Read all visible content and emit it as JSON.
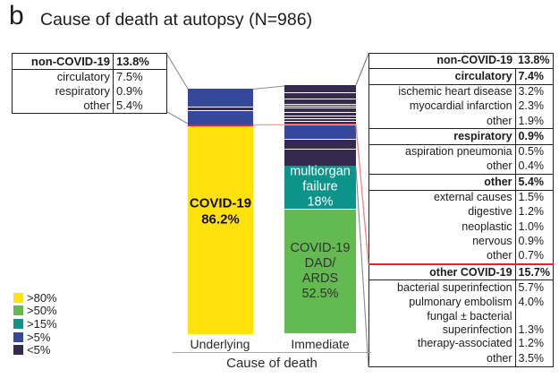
{
  "title": {
    "panel": "b",
    "text": "Cause of death at autopsy (N=986)"
  },
  "palette": {
    "red_line": "#e8231e",
    "pink_connector": "#f2a29c",
    "connector_gray": "#8a8a8a",
    "table_border": "#222222"
  },
  "chart_data": {
    "type": "stacked-bar",
    "title": "Cause of death at autopsy (N=986)",
    "xlabel": "Cause of death",
    "ylabel": "",
    "categories": [
      "Underlying",
      "Immediate"
    ],
    "legend": [
      {
        "label": ">80%",
        "color": "#ffe20c",
        "min": 80
      },
      {
        "label": ">50%",
        "color": "#62ba50",
        "min": 50
      },
      {
        "label": ">15%",
        "color": "#0e938b",
        "min": 15
      },
      {
        "label": ">5%",
        "color": "#35489b",
        "min": 5
      },
      {
        "label": "<5%",
        "color": "#352a4e",
        "min": 0
      }
    ],
    "bars": [
      {
        "category": "Underlying",
        "red_divider_after": 2,
        "segments": [
          {
            "name": "non-COVID-19 circulatory",
            "value": 7.5
          },
          {
            "name": "non-COVID-19 respiratory",
            "value": 0.9
          },
          {
            "name": "non-COVID-19 other",
            "value": 5.4
          },
          {
            "name": "COVID-19",
            "value": 86.2,
            "label_lines": [
              "COVID-19",
              "86.2%"
            ],
            "label_bold": true,
            "label_color": "#111111",
            "label_size": 15,
            "label_pos": 41
          }
        ]
      },
      {
        "category": "Immediate",
        "red_divider_after": 9,
        "segments": [
          {
            "name": "ischemic heart disease",
            "value": 3.2
          },
          {
            "name": "myocardial infarction",
            "value": 2.3
          },
          {
            "name": "circulatory other",
            "value": 1.9
          },
          {
            "name": "aspiration pneumonia",
            "value": 0.5
          },
          {
            "name": "respiratory other",
            "value": 0.4
          },
          {
            "name": "external causes",
            "value": 1.5
          },
          {
            "name": "digestive",
            "value": 1.2
          },
          {
            "name": "neoplastic",
            "value": 1.0
          },
          {
            "name": "nervous",
            "value": 0.9
          },
          {
            "name": "non-COVID other",
            "value": 0.7
          },
          {
            "name": "bacterial superinfection",
            "value": 5.7
          },
          {
            "name": "pulmonary embolism",
            "value": 4.0
          },
          {
            "name": "fungal ± bacterial superinfection",
            "value": 1.3
          },
          {
            "name": "therapy-associated",
            "value": 1.2
          },
          {
            "name": "other COVID other",
            "value": 3.5
          },
          {
            "name": "multiorgan failure",
            "value": 18,
            "label_lines": [
              "multiorgan",
              "failure",
              "18%"
            ],
            "label_bold": false,
            "label_color": "#ffffff",
            "label_size": 14.5,
            "label_pos": 50
          },
          {
            "name": "COVID-19 DAD/ARDS",
            "value": 52.5,
            "label_lines": [
              "COVID-19",
              "DAD/",
              "ARDS",
              "52.5%"
            ],
            "label_bold": false,
            "label_color": "#333333",
            "label_size": 14.5,
            "label_pos": 50
          }
        ]
      }
    ]
  },
  "left_table": {
    "rows": [
      {
        "label": "non-COVID-19",
        "value": "13.8%",
        "header": true
      },
      {
        "label": "circulatory",
        "value": "7.5%"
      },
      {
        "label": "respiratory",
        "value": "0.9%"
      },
      {
        "label": "other",
        "value": "5.4%"
      }
    ]
  },
  "right_table": {
    "rows": [
      {
        "label": "non-COVID-19",
        "value": "13.8%",
        "header": true,
        "no_divider": true
      },
      {
        "label": "circulatory",
        "value": "7.4%",
        "header": true
      },
      {
        "label": "ischemic heart disease",
        "value": "3.2%"
      },
      {
        "label": "myocardial infarction",
        "value": "2.3%"
      },
      {
        "label": "other",
        "value": "1.9%"
      },
      {
        "label": "respiratory",
        "value": "0.9%",
        "header": true
      },
      {
        "label": "aspiration pneumonia",
        "value": "0.5%"
      },
      {
        "label": "other",
        "value": "0.4%"
      },
      {
        "label": "other",
        "value": "5.4%",
        "header": true
      },
      {
        "label": "external causes",
        "value": "1.5%"
      },
      {
        "label": "digestive",
        "value": "1.2%"
      },
      {
        "label": "neoplastic",
        "value": "1.0%"
      },
      {
        "label": "nervous",
        "value": "0.9%"
      },
      {
        "label": "other",
        "value": "0.7%"
      },
      {
        "label": "other COVID-19",
        "value": "15.7%",
        "header": true,
        "red_top": true
      },
      {
        "label": "bacterial superinfection",
        "value": "5.7%"
      },
      {
        "label": "pulmonary embolism",
        "value": "4.0%"
      },
      {
        "label": "fungal ± bacterial superinfection",
        "value": "1.3%",
        "wrap": true
      },
      {
        "label": "therapy-associated",
        "value": "1.2%"
      },
      {
        "label": "other",
        "value": "3.5%"
      }
    ]
  }
}
